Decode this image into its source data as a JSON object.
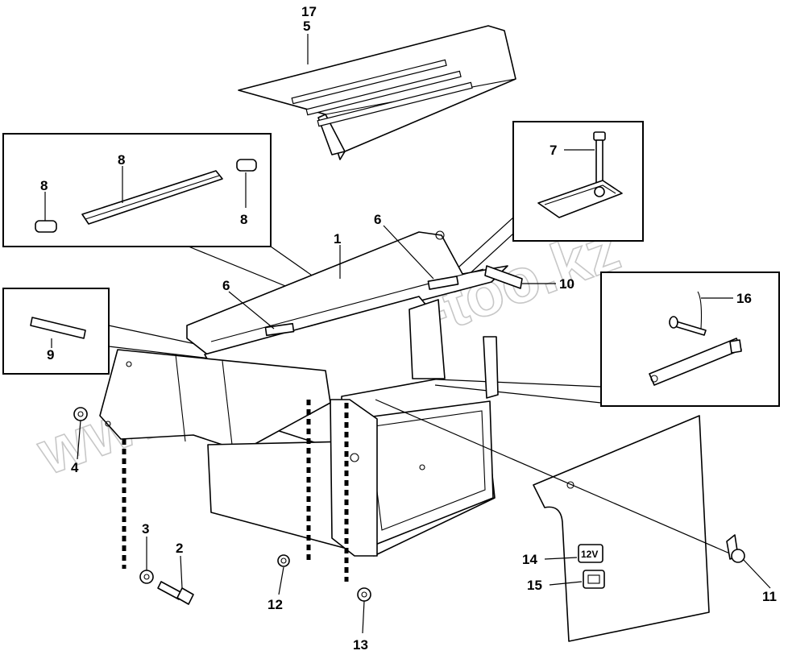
{
  "watermark": "www.simnron-too.kz",
  "callouts": {
    "c17": "17",
    "c5": "5",
    "c8a": "8",
    "c8b": "8",
    "c8c": "8",
    "c7": "7",
    "c1": "1",
    "c6a": "6",
    "c6b": "6",
    "c10": "10",
    "c16": "16",
    "c9": "9",
    "c4": "4",
    "c3": "3",
    "c2": "2",
    "c12": "12",
    "c13": "13",
    "c14": "14",
    "c15": "15",
    "c11": "11"
  },
  "labels": {
    "voltage": "12V"
  }
}
